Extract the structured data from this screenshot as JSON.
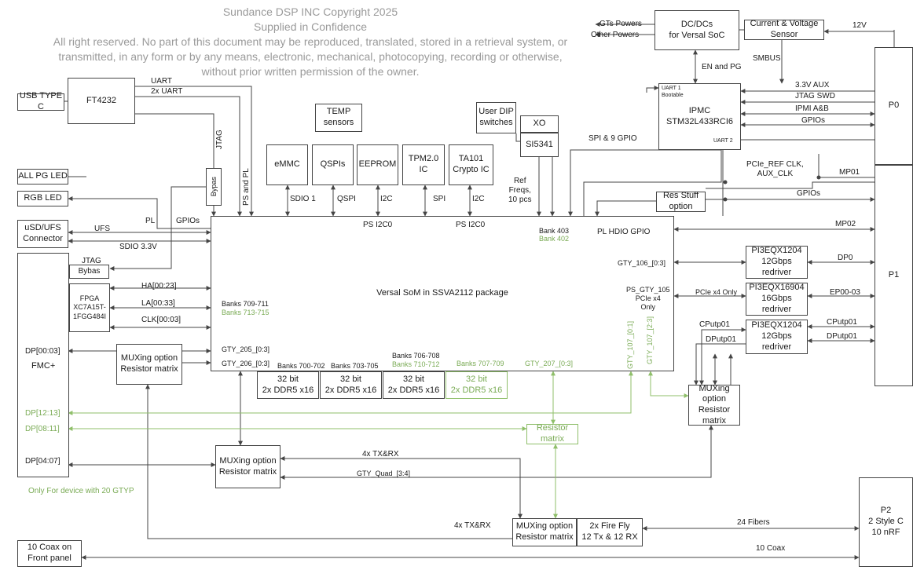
{
  "watermark": {
    "line1": "Sundance DSP INC Copyright 2025",
    "line2": "Supplied in Confidence",
    "line3": "All right reserved. No part of this document may be reproduced, translated, stored in a retrieval system, or",
    "line4": "transmitted, in any form or by any means, electronic, mechanical, photocopying, recording or otherwise,",
    "line5": "without prior written permission of the owner."
  },
  "colors": {
    "line": "#444444",
    "green": "#8fbf6a",
    "green_text": "#7aab55",
    "watermark": "#9a9a9a"
  },
  "blocks": {
    "usb": "USB TYPE C",
    "ft4232": "FT4232",
    "all_pg_led": "ALL PG LED",
    "rgb_led": "RGB LED",
    "usd": "uSD/UFS\nConnector",
    "bypas_v": "Bypas",
    "bybas": "Bybas",
    "fpga": "FPGA\nXC7A15T-\n1FGG484I",
    "mux_left": "MUXing option\nResistor matrix",
    "emmc": "eMMC",
    "qspis": "QSPIs",
    "eeprom": "EEPROM",
    "tpm": "TPM2.0\nIC",
    "ta101": "TA101\nCrypto IC",
    "temp": "TEMP\nsensors",
    "dip": "User DIP\nswitches",
    "xo": "XO",
    "si5341": "SI5341",
    "dcdc": "DC/DCs\nfor Versal SoC",
    "cvs": "Current & Voltage\nSensor",
    "res_stuff": "Res Stuff\noption",
    "redriver1": "PI3EQX1204\n12Gbps\nredriver",
    "redriver2": "PI3EQX16904\n16Gbps\nredriver",
    "redriver3": "PI3EQX1204\n12Gbps\nredriver",
    "mux_right": "MUXing\noption\nResistor\nmatrix",
    "ddr1": "32 bit\n2x DDR5 x16",
    "ddr2": "32 bit\n2x DDR5 x16",
    "ddr3": "32 bit\n2x DDR5 x16",
    "ddr4": "32 bit\n2x DDR5 x16",
    "res_matrix_g": "Resistor\nmatrix",
    "mux_bottom": "MUXing option\nResistor matrix",
    "mux_ff": "MUXing option\nResistor matrix",
    "fireflye": "2x Fire Fly\n12 Tx & 12 RX",
    "coax_panel": "10 Coax on\nFront panel",
    "p0": "P0",
    "p1": "P1",
    "p2": "P2\n2 Style C\n10 nRF",
    "fmc_label": "FMC+",
    "som": "Versal SoM in SSVA2112 package",
    "ipmc_ipmc": "IPMC",
    "ipmc_part": "STM32L433RCI6",
    "ipmc_uart1": "UART 1",
    "ipmc_bootable": "Bootable",
    "ipmc_uart2": "UART 2"
  },
  "labels": {
    "uart": "UART",
    "uart2x": "2x UART",
    "jtag_v": "JTAG",
    "ps_and_pl": "PS and PL",
    "pl": "PL",
    "gpios_l": "GPIOs",
    "ufs": "UFS",
    "sdio33": "SDIO 3.3V",
    "jtag_h": "JTAG",
    "ha": "HA[00:23]",
    "la": "LA[00:33]",
    "clk": "CLK[00:03]",
    "dp0003": "DP[00:03]",
    "dp1213": "DP[12:13]",
    "dp0811": "DP[08:11]",
    "dp0407": "DP[04:07]",
    "only20": "Only For device with 20  GTYP",
    "sdio1": "SDIO 1",
    "qspi": "QSPI",
    "i2c1": "I2C",
    "spi": "SPI",
    "i2c2": "I2C",
    "ps_i2c0_a": "PS I2C0",
    "ps_i2c0_b": "PS I2C0",
    "ref_freqs": "Ref\nFreqs,\n10 pcs",
    "bank403": "Bank 403",
    "bank402": "Bank 402",
    "pl_hdio": "PL HDIO GPIO",
    "spi9": "SPI & 9 GPIO",
    "banks709": "Banks 709-711",
    "banks713": "Banks 713-715",
    "gty205": "GTY_205_[0:3]",
    "gty206": "GTY_206_[0:3]",
    "banks700": "Banks 700-702",
    "banks703": "Banks 703-705",
    "banks706": "Banks 706-708",
    "banks710": "Banks 710-712",
    "banks707": "Banks 707-709",
    "gty207": "GTY_207_[0:3]",
    "gty107a": "GTY_107_[0:1]",
    "gty107b": "GTY_107_[2:3]",
    "gty106": "GTY_106_[0:3]",
    "ps_gty": "PS_GTY_105\nPCIe x4\nOnly",
    "pcie_only": "PCIe x4 Only",
    "dp0": "DP0",
    "ep": "EP00-03",
    "cputp_a": "CPutp01",
    "cputp_b": "CPutp01",
    "dputp_a": "DPutp01",
    "dputp_b": "DPutp01",
    "gts_powers": "GTs Powers",
    "other_powers": "Other Powers",
    "v12": "12V",
    "en_pg": "EN and PG",
    "smbus": "SMBUS",
    "aux": "3.3V AUX",
    "jtag_swd": "JTAG SWD",
    "ipmi": "IPMI A&B",
    "gpios_r": "GPIOs",
    "pcie_ref": "PCIe_REF CLK,\nAUX_CLK",
    "mp01": "MP01",
    "gpios_r2": "GPIOs",
    "mp02": "MP02",
    "tx4a": "4x TX&RX",
    "gty_quad": "GTY_Quad_[3:4]",
    "tx4b": "4x TX&RX",
    "fibers": "24 Fibers",
    "coax10": "10 Coax"
  }
}
